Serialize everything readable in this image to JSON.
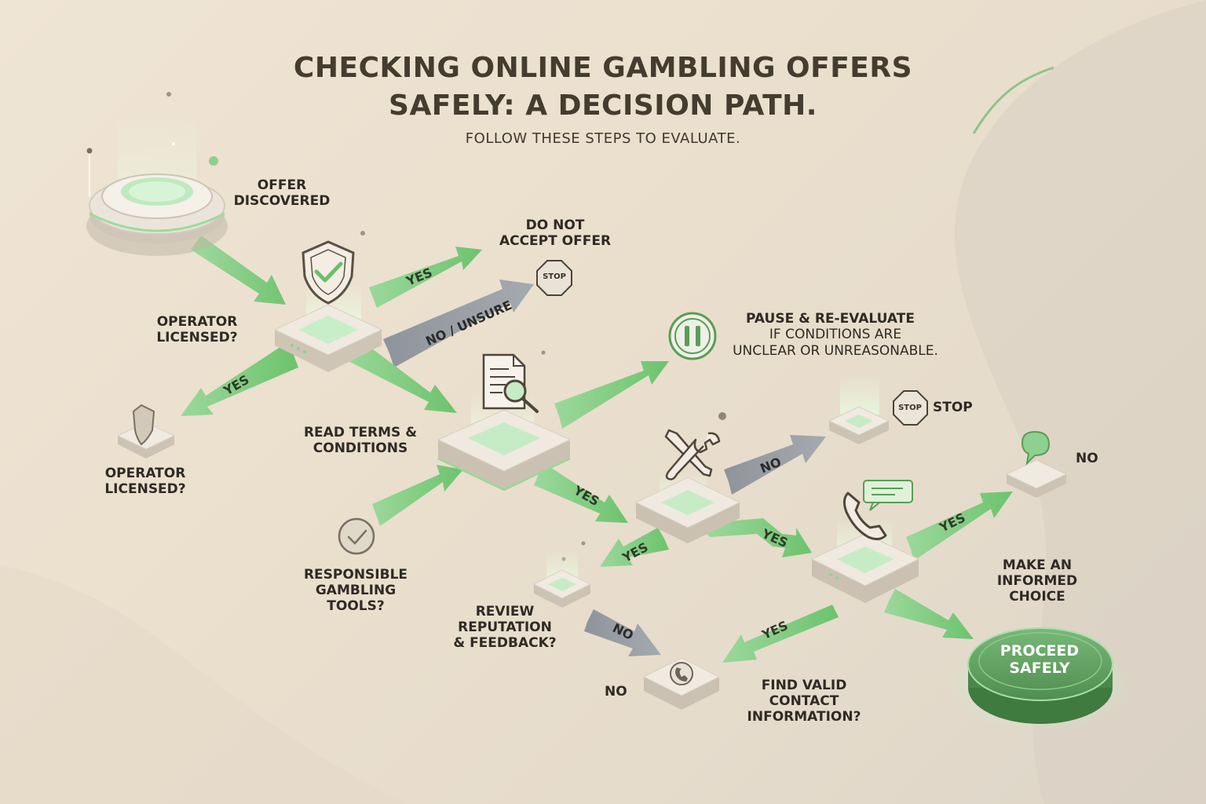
{
  "header": {
    "title_line1": "CHECKING ONLINE GAMBLING OFFERS",
    "title_line2": "SAFELY: A DECISION PATH.",
    "subtitle": "FOLLOW THESE STEPS TO EVALUATE."
  },
  "nodes": {
    "offer_discovered": [
      "OFFER",
      "DISCOVERED"
    ],
    "operator_licensed": [
      "OPERATOR",
      "LICENSED?"
    ],
    "operator_licensed_2": [
      "OPERATOR",
      "LICENSED?"
    ],
    "do_not_accept": [
      "DO NOT",
      "ACCEPT OFFER"
    ],
    "read_terms": [
      "READ TERMS &",
      "CONDITIONS"
    ],
    "pause_title": "PAUSE & RE-EVALUATE",
    "pause_sub": [
      "IF CONDITIONS ARE",
      "UNCLEAR OR UNREASONABLE."
    ],
    "stop_label": "STOP",
    "stop_sign_text": "STOP",
    "no_right": "NO",
    "responsible": [
      "RESPONSIBLE",
      "GAMBLING",
      "TOOLS?"
    ],
    "review": [
      "REVIEW",
      "REPUTATION",
      "& FEEDBACK?"
    ],
    "no_bottom": "NO",
    "find_contact": [
      "FIND VALID",
      "CONTACT",
      "INFORMATION?"
    ],
    "make_choice": [
      "MAKE AN",
      "INFORMED",
      "CHOICE"
    ],
    "proceed": [
      "PROCEED",
      "SAFELY"
    ]
  },
  "arrows": {
    "yes": "YES",
    "no": "NO",
    "no_unsure": "NO / UNSURE"
  },
  "icons": [
    "shield-check-icon",
    "stop-sign-icon",
    "document-search-icon",
    "pause-icon",
    "tools-icon",
    "phone-chat-icon",
    "chat-bubble-icon",
    "clock-check-icon",
    "phone-icon",
    "shield-icon"
  ],
  "colors": {
    "accent_green": "#7ccb7c",
    "arrow_gray": "#9a9fa6",
    "button_green": "#5f9e5f",
    "text_dark": "#2f2a24"
  }
}
